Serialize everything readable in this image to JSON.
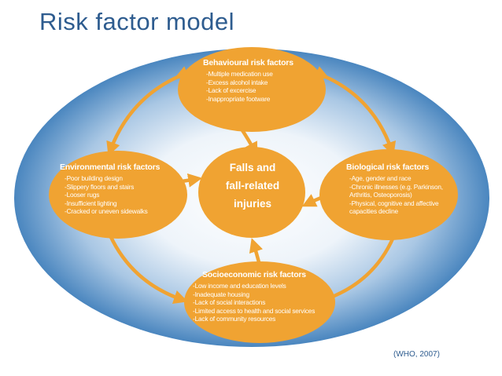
{
  "title": "Risk factor model",
  "citation": "(WHO, 2007)",
  "center": {
    "lines": [
      "Falls and",
      "fall-related",
      "injuries"
    ]
  },
  "nodes": {
    "behavioural": {
      "title": "Behavioural risk factors",
      "items": [
        "-Multiple medication use",
        "-Excess alcohol intake",
        "-Lack of excercise",
        "-Inappropriate footware"
      ]
    },
    "environmental": {
      "title": "Environmental risk factors",
      "items": [
        "-Poor building design",
        "-Slippery floors and stairs",
        "-Looser rugs",
        "-Insufficient lighting",
        "-Cracked or uneven sidewalks"
      ]
    },
    "biological": {
      "title": "Biological risk factors",
      "items": [
        "-Age, gender and race",
        "-Chronic illnesses (e.g. Parkinson,",
        "Arthritis, Osteoporosis)",
        "-Physical, cognitive and affective",
        "capacities decline"
      ]
    },
    "socioeconomic": {
      "title": "Socioeconomic risk factors",
      "items": [
        "-Low income and education levels",
        "-Inadequate housing",
        "-Lack of social interactions",
        "-Limited access to health and social services",
        "-Lack of community resources"
      ]
    }
  },
  "colors": {
    "node": "#f0a332",
    "title": "#2e5c8f",
    "background_outer": "#4a86bf",
    "background_inner": "#ffffff"
  }
}
